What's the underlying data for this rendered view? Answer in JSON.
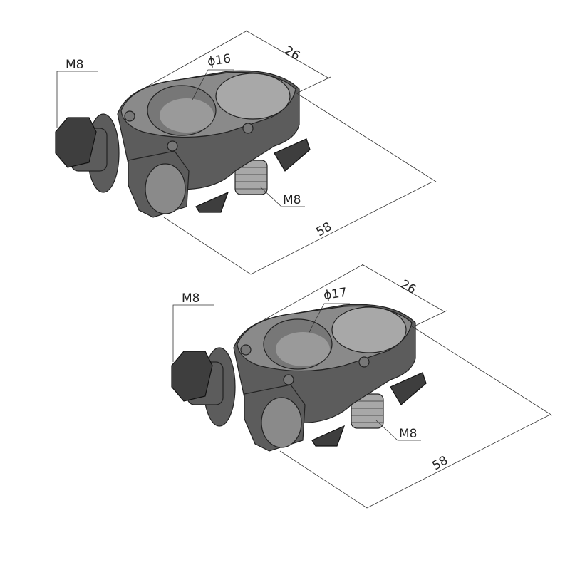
{
  "drawings": [
    {
      "bolt_label": "M8",
      "hole_diameter": "ϕ16",
      "width_dim": "26",
      "length_dim": "58",
      "stud_label": "M8"
    },
    {
      "bolt_label": "M8",
      "hole_diameter": "ϕ17",
      "width_dim": "26",
      "length_dim": "58",
      "stud_label": "M8"
    }
  ]
}
